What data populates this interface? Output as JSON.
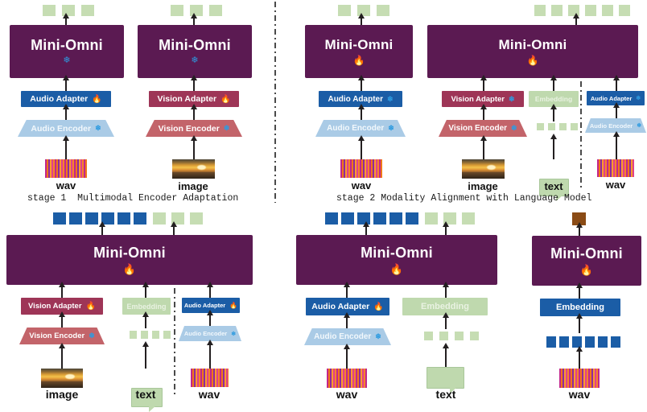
{
  "figure": {
    "title": "Mini-Omni multimodal training stages",
    "model_name": "Mini-Omni",
    "icons": {
      "frozen": "❄",
      "trainable": "🔥"
    },
    "colors": {
      "model": "#5B1A52",
      "audio_adapter": "#1B5DA6",
      "audio_encoder": "#AACBE6",
      "vision_adapter": "#9E3557",
      "vision_encoder": "#C3646A",
      "embedding_green": "#BFD9AE",
      "embedding_blue": "#1B5DA6",
      "token_green": "#C6DDB3",
      "token_blue": "#1B5DA6",
      "token_brown": "#8A4B15",
      "arrow": "#231F20"
    }
  },
  "captions": {
    "stage1": "stage 1  Multimodal Encoder Adaptation",
    "stage2": "stage 2 Modality Alignment with Language Model"
  },
  "panels": {
    "p1_audio": {
      "model_label": "Mini-Omni",
      "model_state": "❄",
      "adapter_label": "Audio Adapter",
      "adapter_state": "🔥",
      "encoder_label": "Audio Encoder",
      "encoder_state": "❄",
      "input_label": "wav",
      "output_tokens": 3,
      "output_token_color": "green"
    },
    "p2_vision": {
      "model_label": "Mini-Omni",
      "model_state": "❄",
      "adapter_label": "Vision Adapter",
      "adapter_state": "🔥",
      "encoder_label": "Vision Encoder",
      "encoder_state": "❄",
      "input_label": "image",
      "output_tokens": 3,
      "output_token_color": "green"
    },
    "p3_audio_align": {
      "model_label": "Mini-Omni",
      "model_state": "🔥",
      "adapter_label": "Audio Adapter",
      "adapter_state": "❄",
      "encoder_label": "Audio Encoder",
      "encoder_state": "❄",
      "input_label": "wav",
      "output_tokens": 3,
      "output_token_color": "green"
    },
    "p4_vision_align": {
      "model_label": "Mini-Omni",
      "model_state": "🔥",
      "adapter_label": "Vision  Adapter",
      "adapter_state": "❄",
      "encoder_label": "Vision Encoder",
      "encoder_state": "❄",
      "input_label": "image",
      "embedding_label": "Embedding",
      "text_label": "text",
      "text_tokens": 4,
      "side_adapter_label": "Audio Adapter",
      "side_adapter_state": "❄",
      "side_encoder_label": "Audio Encoder",
      "side_encoder_state": "❄",
      "side_input_label": "wav",
      "output_tokens": 6,
      "output_token_color": "green"
    },
    "p5_vision_text_audio": {
      "model_label": "Mini-Omni",
      "model_state": "🔥",
      "adapter_label": "Vision  Adapter",
      "adapter_state": "🔥",
      "encoder_label": "Vision Encoder",
      "encoder_state": "❄",
      "input_label": "image",
      "embedding_label": "Embedding",
      "text_label": "text",
      "text_tokens": 4,
      "side_adapter_label": "Audio Adapter",
      "side_adapter_state": "🔥",
      "side_encoder_label": "Audio Encoder",
      "side_encoder_state": "❄",
      "side_input_label": "wav",
      "output_tokens_blue": 6,
      "output_tokens_green": 3
    },
    "p6_audio_text": {
      "model_label": "Mini-Omni",
      "model_state": "🔥",
      "adapter_label": "Audio Adapter",
      "adapter_state": "🔥",
      "encoder_label": "Audio Encoder",
      "encoder_state": "❄",
      "input_label": "wav",
      "embedding_label": "Embedding",
      "text_label": "text",
      "text_tokens": 4,
      "output_tokens_blue": 6,
      "output_tokens_green": 3
    },
    "p7_audio_embed": {
      "model_label": "Mini-Omni",
      "model_state": "🔥",
      "embedding_label": "Embedding",
      "input_label": "wav",
      "input_tokens": 6,
      "output_tokens_brown": 1
    }
  }
}
